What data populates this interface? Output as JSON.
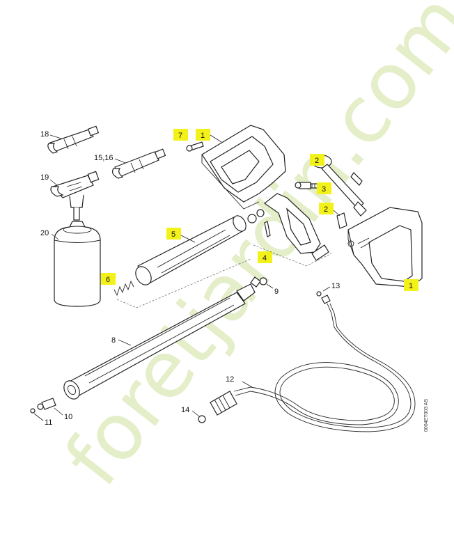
{
  "watermark": "foretjardin.com",
  "drawing_code": "0004ET003 AS",
  "highlight_color": "#f2f21a",
  "callouts": {
    "c1a": "1",
    "c1b": "1",
    "c2a": "2",
    "c2b": "2",
    "c3": "3",
    "c4": "4",
    "c5": "5",
    "c6": "6",
    "c7": "7",
    "c8": "8",
    "c9": "9",
    "c10": "10",
    "c11": "11",
    "c12": "12",
    "c13": "13",
    "c14": "14",
    "c1516": "15,16",
    "c18": "18",
    "c19": "19",
    "c20": "20"
  }
}
